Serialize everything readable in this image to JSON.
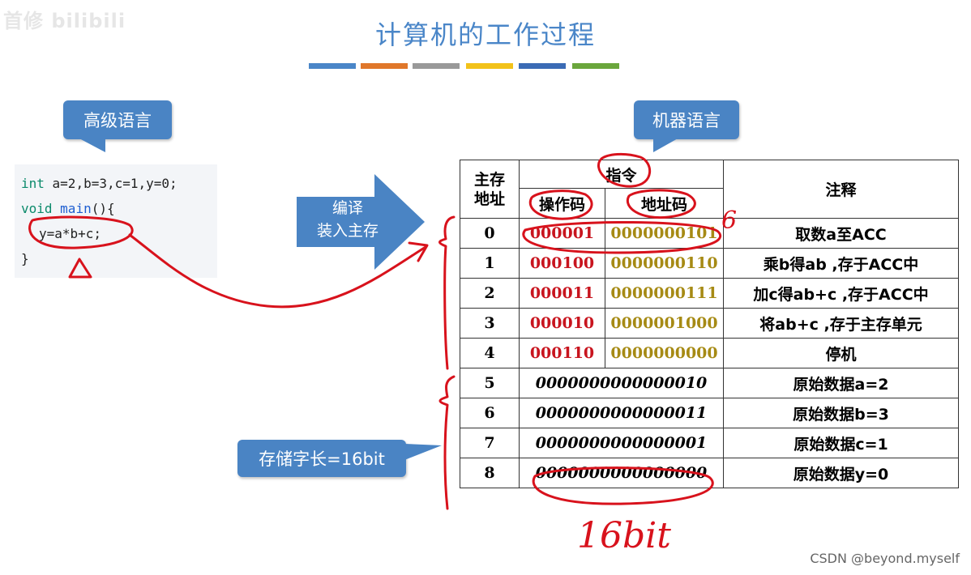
{
  "watermark": "首修 bilibili",
  "title": "计算机的工作过程",
  "color_bars": [
    "#4a86c8",
    "#e0772a",
    "#999999",
    "#f2c21a",
    "#3b6bb5",
    "#6aa63c"
  ],
  "callouts": {
    "high_level": "高级语言",
    "machine": "机器语言",
    "word_length": "存储字长=16bit"
  },
  "compile_arrow": {
    "line1": "编译",
    "line2": "装入主存"
  },
  "code": {
    "line1": {
      "kw": "int",
      "rest": " a=2,b=3,c=1,y=0;"
    },
    "line2": {
      "kw": "void",
      "fn": "main",
      "rest": "(){"
    },
    "line3": "y=a*b+c;",
    "line4": "}"
  },
  "table": {
    "headers": {
      "address": "主存地址",
      "instruction": "指令",
      "opcode": "操作码",
      "addrcode": "地址码",
      "note": "注释"
    },
    "instr_rows": [
      {
        "addr": "0",
        "op": "000001",
        "ad": "0000000101",
        "note": "取数a至ACC"
      },
      {
        "addr": "1",
        "op": "000100",
        "ad": "0000000110",
        "note": "乘b得ab ,存于ACC中"
      },
      {
        "addr": "2",
        "op": "000011",
        "ad": "0000000111",
        "note": "加c得ab+c ,存于ACC中"
      },
      {
        "addr": "3",
        "op": "000010",
        "ad": "0000001000",
        "note": "将ab+c ,存于主存单元"
      },
      {
        "addr": "4",
        "op": "000110",
        "ad": "0000000000",
        "note": "停机"
      }
    ],
    "data_rows": [
      {
        "addr": "5",
        "value": "0000000000000010",
        "note": "原始数据a=2"
      },
      {
        "addr": "6",
        "value": "0000000000000011",
        "note": "原始数据b=3"
      },
      {
        "addr": "7",
        "value": "0000000000000001",
        "note": "原始数据c=1"
      },
      {
        "addr": "8",
        "value": "0000000000000000",
        "note": "原始数据y=0"
      }
    ]
  },
  "annotations": {
    "sixteen_bit": "16bit",
    "six": "6"
  },
  "footer": "CSDN @beyond.myself"
}
